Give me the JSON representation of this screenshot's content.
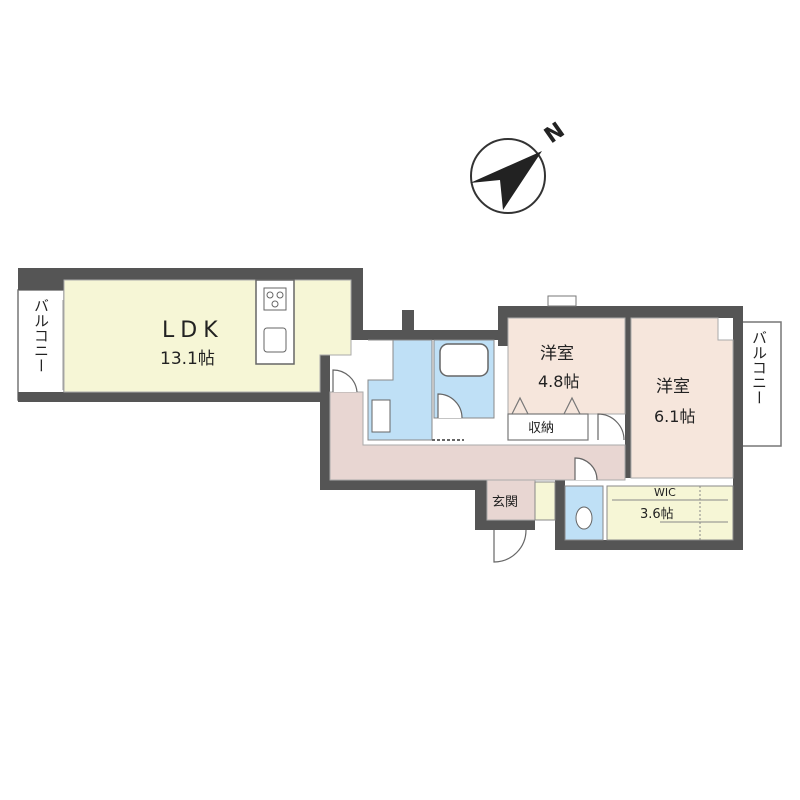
{
  "compass": {
    "label": "N"
  },
  "rooms": {
    "ldk": {
      "name": "LDK",
      "size": "13.1帖",
      "color": "#f6f6d6"
    },
    "western1": {
      "name": "洋室",
      "size": "4.8帖",
      "color": "#f6e6dc"
    },
    "western2": {
      "name": "洋室",
      "size": "6.1帖",
      "color": "#f6e6dc"
    },
    "storage": {
      "name": "収納"
    },
    "wic": {
      "name": "WIC",
      "size": "3.6帖",
      "color": "#f6f6d6"
    },
    "entrance": {
      "name": "玄関",
      "color": "#e8d6d2"
    },
    "hall": {
      "color": "#e8d6d2"
    },
    "wet": {
      "color": "#bfe0f6"
    }
  },
  "balconies": {
    "left": "バルコニー",
    "right": "バルコニー"
  },
  "colors": {
    "wall": "#555555"
  }
}
